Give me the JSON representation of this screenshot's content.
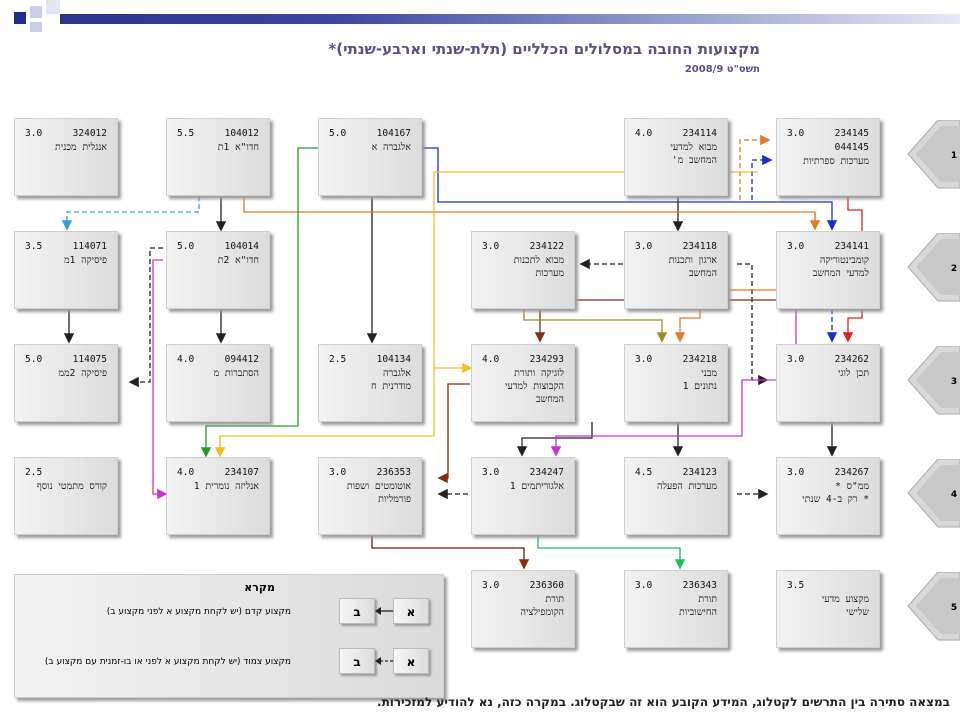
{
  "title": "מקצועות החובה במסלולים הכלליים (תלת-שנתי וארבע-שנתי)*",
  "subtitle": "תשס\"ט 2008/9",
  "courses": [
    {
      "id": "c324012",
      "credits": "3.0",
      "code": "324012",
      "name": "אנגלית מכנית"
    },
    {
      "id": "c104012",
      "credits": "5.5",
      "code": "104012",
      "name": "חדו\"א 1ת"
    },
    {
      "id": "c104167",
      "credits": "5.0",
      "code": "104167",
      "name": "אלגברה א"
    },
    {
      "id": "c234114",
      "credits": "4.0",
      "code": "234114",
      "name": "מבוא למדעי\nהמחשב מ'"
    },
    {
      "id": "c234145",
      "credits": "3.0",
      "code": "234145",
      "code2": "044145",
      "name": "מערכות ספרתיות"
    },
    {
      "id": "c114071",
      "credits": "3.5",
      "code": "114071",
      "name": "פיסיקה 1מ"
    },
    {
      "id": "c104014",
      "credits": "5.0",
      "code": "104014",
      "name": "חדו\"א 2ת"
    },
    {
      "id": "c234122",
      "credits": "3.0",
      "code": "234122",
      "name": "מבוא לתכנות\nמערכות"
    },
    {
      "id": "c234118",
      "credits": "3.0",
      "code": "234118",
      "name": "ארגון ותכנות\nהמחשב"
    },
    {
      "id": "c234141",
      "credits": "3.0",
      "code": "234141",
      "name": "קומבינטוריקה\nלמדעי המחשב"
    },
    {
      "id": "c114075",
      "credits": "5.0",
      "code": "114075",
      "name": "פיסיקה 2ממ"
    },
    {
      "id": "c094412",
      "credits": "4.0",
      "code": "094412",
      "name": "הסתברות מ"
    },
    {
      "id": "c104134",
      "credits": "2.5",
      "code": "104134",
      "name": "אלגברה\nמודרנית ח"
    },
    {
      "id": "c234293",
      "credits": "4.0",
      "code": "234293",
      "name": "לוגיקה ותורת\nהקבוצות למדעי\nהמחשב"
    },
    {
      "id": "c234218",
      "credits": "3.0",
      "code": "234218",
      "name": "מבני\nנתונים 1"
    },
    {
      "id": "c234262",
      "credits": "3.0",
      "code": "234262",
      "name": "תכן לוגי"
    },
    {
      "id": "cextra",
      "credits": "2.5",
      "code": "",
      "name": "קורס מתמטי נוסף"
    },
    {
      "id": "c234107",
      "credits": "4.0",
      "code": "234107",
      "name": "אנליזה נומרית 1"
    },
    {
      "id": "c236353",
      "credits": "3.0",
      "code": "236353",
      "name": "אוטומטים ושפות\nפורמליות"
    },
    {
      "id": "c234247",
      "credits": "3.0",
      "code": "234247",
      "name": "אלגוריתמים 1"
    },
    {
      "id": "c234123",
      "credits": "4.5",
      "code": "234123",
      "name": "מערכות הפעלה"
    },
    {
      "id": "c234267",
      "credits": "3.0",
      "code": "234267",
      "name": "ממ\"ס *\n* רק ב-4 שנתי"
    },
    {
      "id": "c236360",
      "credits": "3.0",
      "code": "236360",
      "name": "תורת\nהקומפילציה"
    },
    {
      "id": "c236343",
      "credits": "3.0",
      "code": "236343",
      "name": "תורת\nהחישוביות"
    },
    {
      "id": "celective",
      "credits": "3.5",
      "code": "",
      "name": "מקצוע מדעי\nשלישי"
    }
  ],
  "legend": {
    "title": "מקרא",
    "a": "א",
    "b": "ב",
    "prereq": "מקצוע קדם (יש לקחת מקצוע א לפני מקצוע ב)",
    "coreq": "מקצוע צמוד (יש לקחת מקצוע א לפני או בו-זמנית עם מקצוע ב)"
  },
  "semesters": [
    "1",
    "2",
    "3",
    "4",
    "5"
  ],
  "footer": "במצאה סתירה בין התרשים לקטלוג, המידע הקובע הוא זה שבקטלוג. במקרה כזה, נא להודיע למזכירות.",
  "colors": {
    "title": "#5a4f86",
    "topbar_blue": "#1f2c8a",
    "topbar_light": "#aab3dd"
  }
}
